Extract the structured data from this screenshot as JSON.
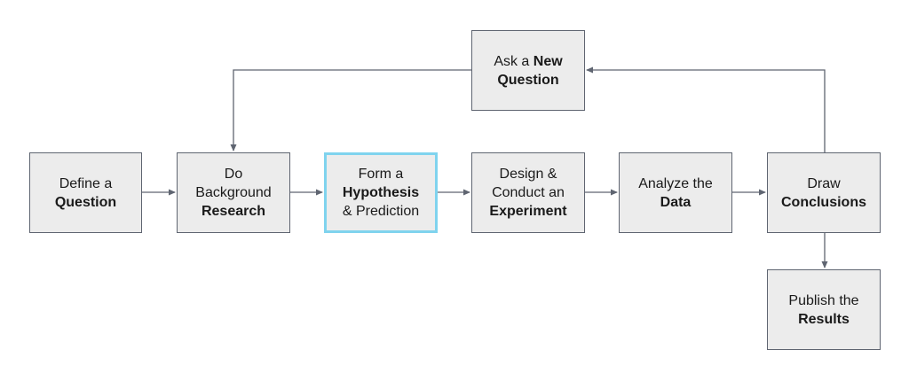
{
  "nodes": {
    "define": {
      "line1": "Define a",
      "line2": "Question"
    },
    "research": {
      "line1": "Do",
      "line2": "Background",
      "line3": "Research"
    },
    "hypothesis": {
      "line1": "Form a",
      "line2": "Hypothesis",
      "line3": "& Prediction"
    },
    "experiment": {
      "line1": "Design &",
      "line2": "Conduct an",
      "line3": "Experiment"
    },
    "analyze": {
      "line1": "Analyze the",
      "line2": "Data"
    },
    "draw": {
      "line1": "Draw",
      "line2": "Conclusions"
    },
    "new_question": {
      "prefix": "Ask a ",
      "bold": "New",
      "line2": "Question"
    },
    "publish": {
      "line1": "Publish the",
      "line2": "Results"
    }
  },
  "colors": {
    "box_fill": "#ececec",
    "box_border": "#5f6571",
    "highlight_border": "#7fd3ee",
    "arrow": "#5f6571",
    "text": "#1a1a1a"
  }
}
